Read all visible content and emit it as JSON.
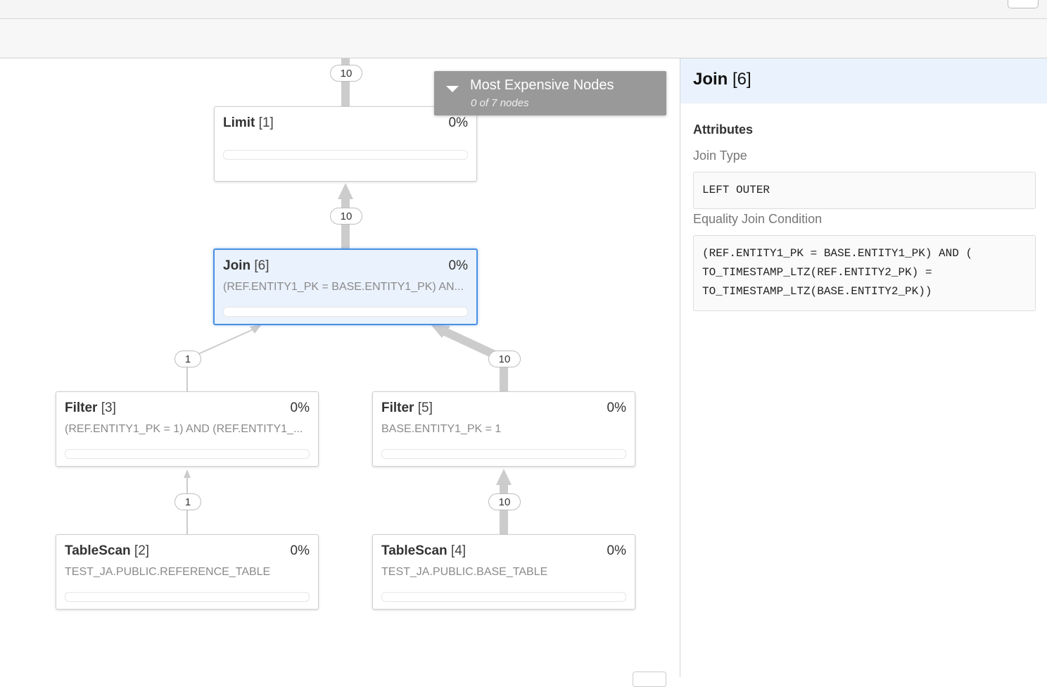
{
  "plan": {
    "nodes": [
      {
        "id": "limit-1",
        "name": "Limit",
        "index": "[1]",
        "pct": "0%",
        "detail": ""
      },
      {
        "id": "join-6",
        "name": "Join",
        "index": "[6]",
        "pct": "0%",
        "detail": "(REF.ENTITY1_PK = BASE.ENTITY1_PK) AN..."
      },
      {
        "id": "filter-3",
        "name": "Filter",
        "index": "[3]",
        "pct": "0%",
        "detail": "(REF.ENTITY1_PK = 1) AND (REF.ENTITY1_..."
      },
      {
        "id": "filter-5",
        "name": "Filter",
        "index": "[5]",
        "pct": "0%",
        "detail": "BASE.ENTITY1_PK = 1"
      },
      {
        "id": "tablescan-2",
        "name": "TableScan",
        "index": "[2]",
        "pct": "0%",
        "detail": "TEST_JA.PUBLIC.REFERENCE_TABLE"
      },
      {
        "id": "tablescan-4",
        "name": "TableScan",
        "index": "[4]",
        "pct": "0%",
        "detail": "TEST_JA.PUBLIC.BASE_TABLE"
      }
    ],
    "edge_labels": [
      "10",
      "10",
      "1",
      "10",
      "1",
      "10"
    ]
  },
  "expensive": {
    "title": "Most Expensive Nodes",
    "subtitle": "0 of 7 nodes"
  },
  "panel": {
    "title_name": "Join",
    "title_index": "[6]",
    "section": "Attributes",
    "join_type_label": "Join Type",
    "join_type_value": "LEFT OUTER",
    "condition_label": "Equality Join Condition",
    "condition_lines": [
      "(REF.ENTITY1_PK = BASE.ENTITY1_PK) AND (",
      "TO_TIMESTAMP_LTZ(REF.ENTITY2_PK) =",
      "TO_TIMESTAMP_LTZ(BASE.ENTITY2_PK))"
    ]
  }
}
